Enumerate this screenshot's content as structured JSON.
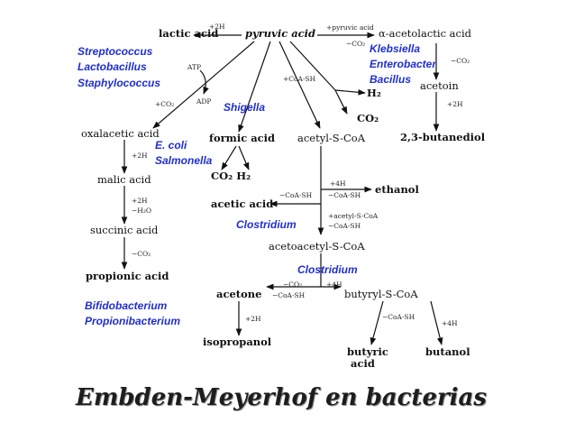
{
  "metabolites": {
    "pyruvic_acid": "pyruvic acid",
    "lactic_acid": "lactic acid",
    "acetolactic_acid": "α-acetolactic acid",
    "acetoin": "acetoin",
    "butanediol": "2,3-butanediol",
    "oxalacetic_acid": "oxalacetic acid",
    "malic_acid": "malic acid",
    "succinic_acid": "succinic acid",
    "propionic_acid": "propionic acid",
    "formic_acid": "formic acid",
    "co2_h2_formic": "CO₂  H₂",
    "h2": "H₂",
    "co2": "CO₂",
    "acetyl_scoa": "acetyl-S-CoA",
    "ethanol": "ethanol",
    "acetic_acid": "acetic acid",
    "acetoacetyl_scoa": "acetoacetyl-S-CoA",
    "acetone": "acetone",
    "isopropanol": "isopropanol",
    "butyryl_scoa": "butyryl-S-CoA",
    "butyric_acid_1": "butyric",
    "butyric_acid_2": "acid",
    "butanol": "butanol"
  },
  "organisms": {
    "streptococcus": "Streptococcus",
    "lactobacillus": "Lactobacillus",
    "staphylococcus": "Staphylococcus",
    "klebsiella": "Klebsiella",
    "enterobacter": "Enterobacter",
    "bacillus": "Bacillus",
    "shigella": "Shigella",
    "ecoli": "E. coli",
    "salmonella": "Salmonella",
    "clostridium_1": "Clostridium",
    "clostridium_2": "Clostridium",
    "bifidobacterium": "Bifidobacterium",
    "propionibacterium": "Propionibacterium"
  },
  "cofactors": {
    "plus_2h_lactic": "+2H",
    "plus_pyruvic": "+pyruvic acid",
    "minus_co2_acetolactic": "−CO₂",
    "minus_co2_acetoin": "−CO₂",
    "plus_2h_acetoin": "+2H",
    "atp": "ATP",
    "adp": "ADP",
    "plus_co2_oxal": "+CO₂",
    "plus_coash": "+CoA-SH",
    "plus_2h_malic": "+2H",
    "plus_2h_succ": "+2H",
    "minus_h2o": "−H₂O",
    "minus_co2_prop": "−CO₂",
    "plus_4h_eth": "+4H",
    "minus_coash_eth": "−CoA-SH",
    "minus_coash_acetic": "−CoA-SH",
    "plus_acetyl_scoa": "+acetyl-S-CoA",
    "minus_coash_acetoacetyl": "−CoA-SH",
    "minus_co2_acetone": "−CO₂",
    "minus_coash_acetone": "−CoA-SH",
    "plus_4h_butyryl": "+4H",
    "plus_2h_iso": "+2H",
    "minus_coash_butyric": "−CoA-SH",
    "plus_4h_butanol": "+4H"
  },
  "title": "Embden-Meyerhof  en bacterias"
}
